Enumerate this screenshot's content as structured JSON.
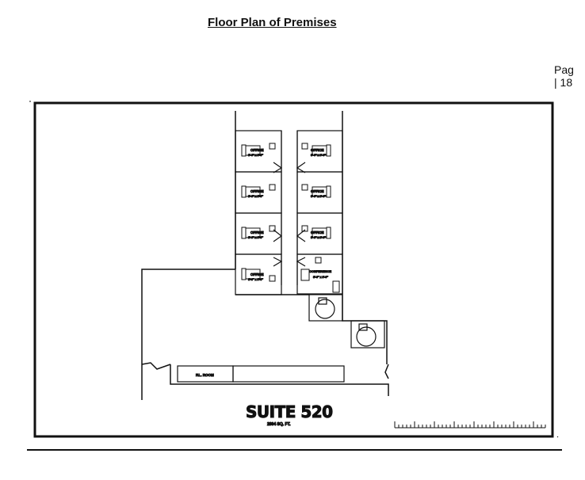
{
  "document": {
    "title": "Floor Plan of Premises",
    "page_label_line1": "Pag",
    "page_label_line2": "| 18"
  },
  "plan": {
    "suite_name": "SUITE 520",
    "area": "2804 SQ. FT.",
    "room_label": "OFFICE",
    "room_sub": "8'-0\" x 8'-0\"",
    "conference_label": "CONFERENCE",
    "file_room_label": "F.L. ROOM"
  }
}
